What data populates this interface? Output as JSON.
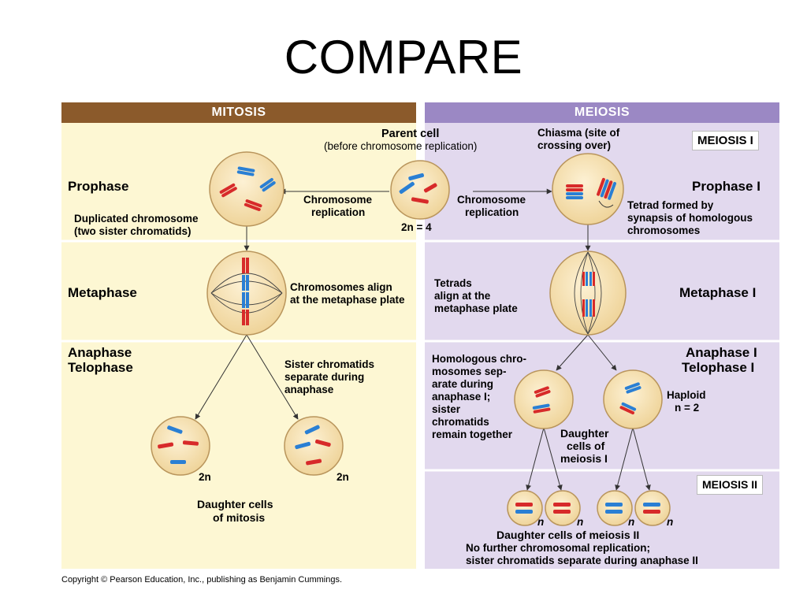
{
  "title": "COMPARE",
  "banners": {
    "mitosis": "MITOSIS",
    "meiosis": "MEIOSIS"
  },
  "colors": {
    "mitosis_banner": "#8b5a2b",
    "meiosis_banner": "#9b88c4",
    "mitosis_bg": "#fdf7d3",
    "meiosis_bg": "#e2d9ee",
    "cell_fill": "#f9e6b6",
    "cell_stroke": "#b9955c",
    "chromosome_red": "#d72a2a",
    "chromosome_blue": "#2a7fd4"
  },
  "parent": {
    "title": "Parent cell",
    "subtitle": "(before chromosome replication)",
    "ploidy": "2n = 4",
    "replication_left": [
      "Chromosome",
      "replication"
    ],
    "replication_right": [
      "Chromosome",
      "replication"
    ]
  },
  "mitosis": {
    "prophase": "Prophase",
    "metaphase": "Metaphase",
    "anaphase": "Anaphase",
    "telophase": "Telophase",
    "duplicated": [
      "Duplicated chromosome",
      "(two sister chromatids)"
    ],
    "align": [
      "Chromosomes align",
      "at the metaphase plate"
    ],
    "sister": [
      "Sister chromatids",
      "separate during",
      "anaphase"
    ],
    "ploidy_left": "2n",
    "ploidy_right": "2n",
    "daughter": [
      "Daughter cells",
      "of mitosis"
    ]
  },
  "meiosis": {
    "meiosis1_box": "MEIOSIS I",
    "meiosis2_box": "MEIOSIS II",
    "prophase": "Prophase I",
    "metaphase": "Metaphase I",
    "anaphase": "Anaphase I",
    "telophase": "Telophase I",
    "chiasma": [
      "Chiasma (site of",
      "crossing over)"
    ],
    "tetrad": [
      "Tetrad formed by",
      "synapsis of homologous",
      "chromosomes"
    ],
    "tetrads_align": [
      "Tetrads",
      "align at the",
      "metaphase plate"
    ],
    "homologous": [
      "Homologous chro-",
      "mosomes sep-",
      "arate during",
      "anaphase I;",
      "sister",
      "chromatids",
      "remain together"
    ],
    "haploid": [
      "Haploid",
      "n = 2"
    ],
    "daughter1": [
      "Daughter",
      "cells of",
      "meiosis I"
    ],
    "n_labels": [
      "n",
      "n",
      "n",
      "n"
    ],
    "daughter2": "Daughter cells of meiosis II",
    "no_further": [
      "No further chromosomal replication;",
      "sister chromatids separate during anaphase II"
    ]
  },
  "copyright": "Copyright © Pearson Education, Inc., publishing as Benjamin Cummings."
}
